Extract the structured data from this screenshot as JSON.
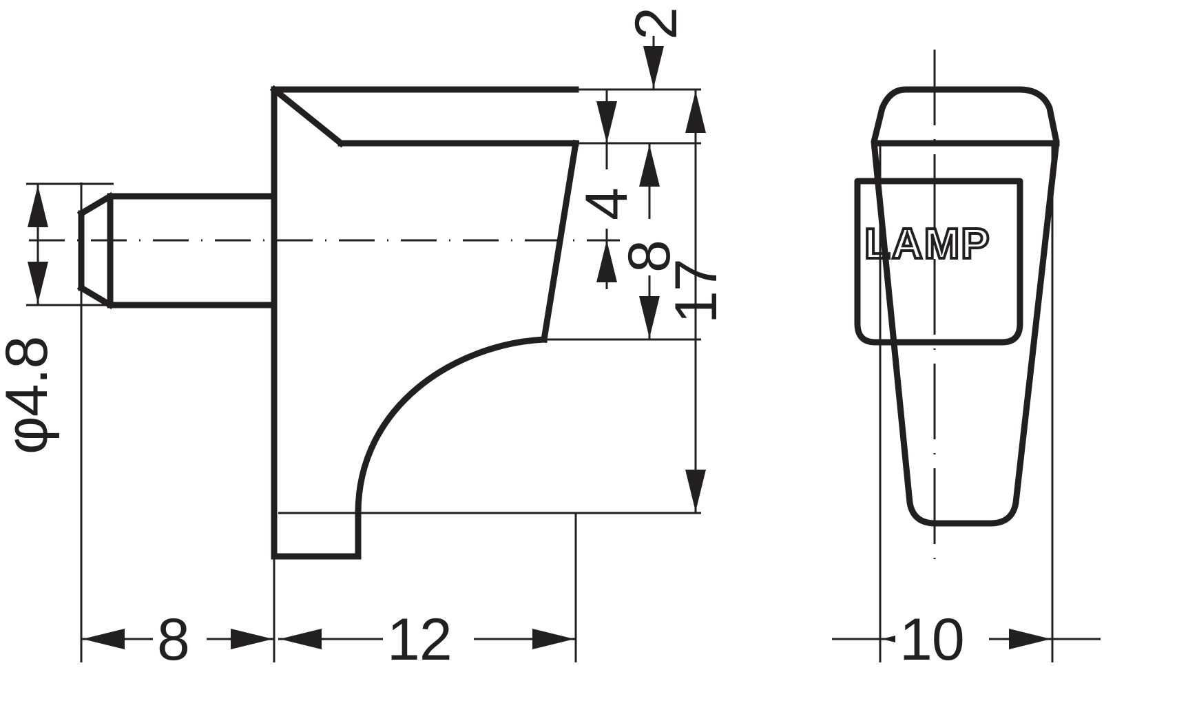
{
  "drawing": {
    "title": "Technical dimension drawing - shelf support pin",
    "background_color": "#ffffff",
    "line_color": "#221f20"
  },
  "views": {
    "side_view": {
      "name": "side-elevation-view",
      "description": "Side section view of pin with shaft, flange and tapered body"
    },
    "front_view": {
      "name": "front-elevation-view",
      "description": "Front view of tapered body with LAMP logo plate"
    }
  },
  "dimensions": {
    "diameter_shaft": "φ4.8",
    "shaft_length": "8",
    "body_length": "12",
    "top_chamfer": "2",
    "upper_offset": "4",
    "mid_height": "8",
    "total_height": "17",
    "front_width": "10"
  },
  "branding": {
    "logo_label": "LAMP"
  }
}
